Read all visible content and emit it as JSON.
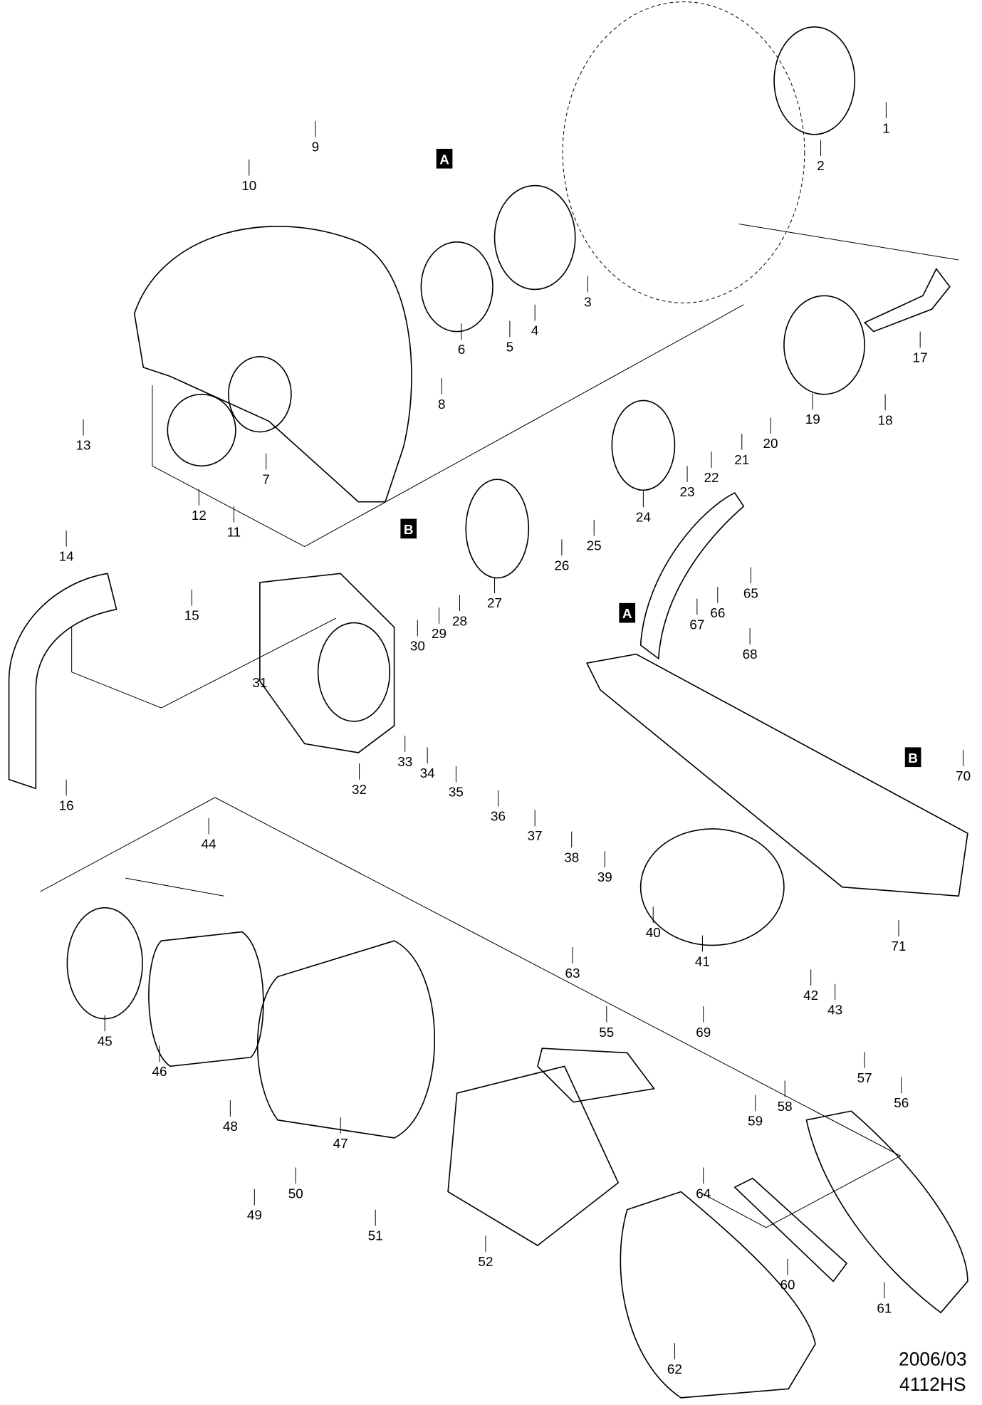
{
  "diagram": {
    "part_numbers": [
      "1",
      "2",
      "3",
      "4",
      "5",
      "6",
      "7",
      "8",
      "9",
      "10",
      "11",
      "12",
      "13",
      "14",
      "15",
      "16",
      "17",
      "18",
      "19",
      "20",
      "21",
      "22",
      "23",
      "24",
      "25",
      "26",
      "27",
      "28",
      "29",
      "30",
      "31",
      "32",
      "33",
      "34",
      "35",
      "36",
      "37",
      "38",
      "39",
      "40",
      "41",
      "42",
      "43",
      "44",
      "45",
      "46",
      "47",
      "48",
      "49",
      "50",
      "51",
      "52",
      "55",
      "56",
      "57",
      "58",
      "59",
      "60",
      "61",
      "62",
      "63",
      "64",
      "65",
      "66",
      "67",
      "68",
      "69",
      "70",
      "71"
    ],
    "markers": [
      "A",
      "B",
      "A",
      "B"
    ],
    "date": "2006/03",
    "model": "4112HS"
  }
}
